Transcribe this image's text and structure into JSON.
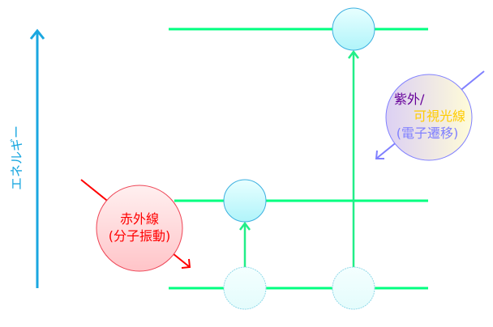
{
  "axis": {
    "label": "エネルギー",
    "color": "#1aa7e0"
  },
  "infrared": {
    "line1": "赤外線",
    "line2": "(分子振動)",
    "color": "#ff0000"
  },
  "uv_vis": {
    "line1": "紫外/",
    "line2": "可視光線",
    "line3": "(電子遷移)",
    "color1": "#660099",
    "color2": "#ffcc00",
    "color3": "#8080ff"
  },
  "colors": {
    "level": "#00ff80",
    "transition": "#22ee88"
  }
}
